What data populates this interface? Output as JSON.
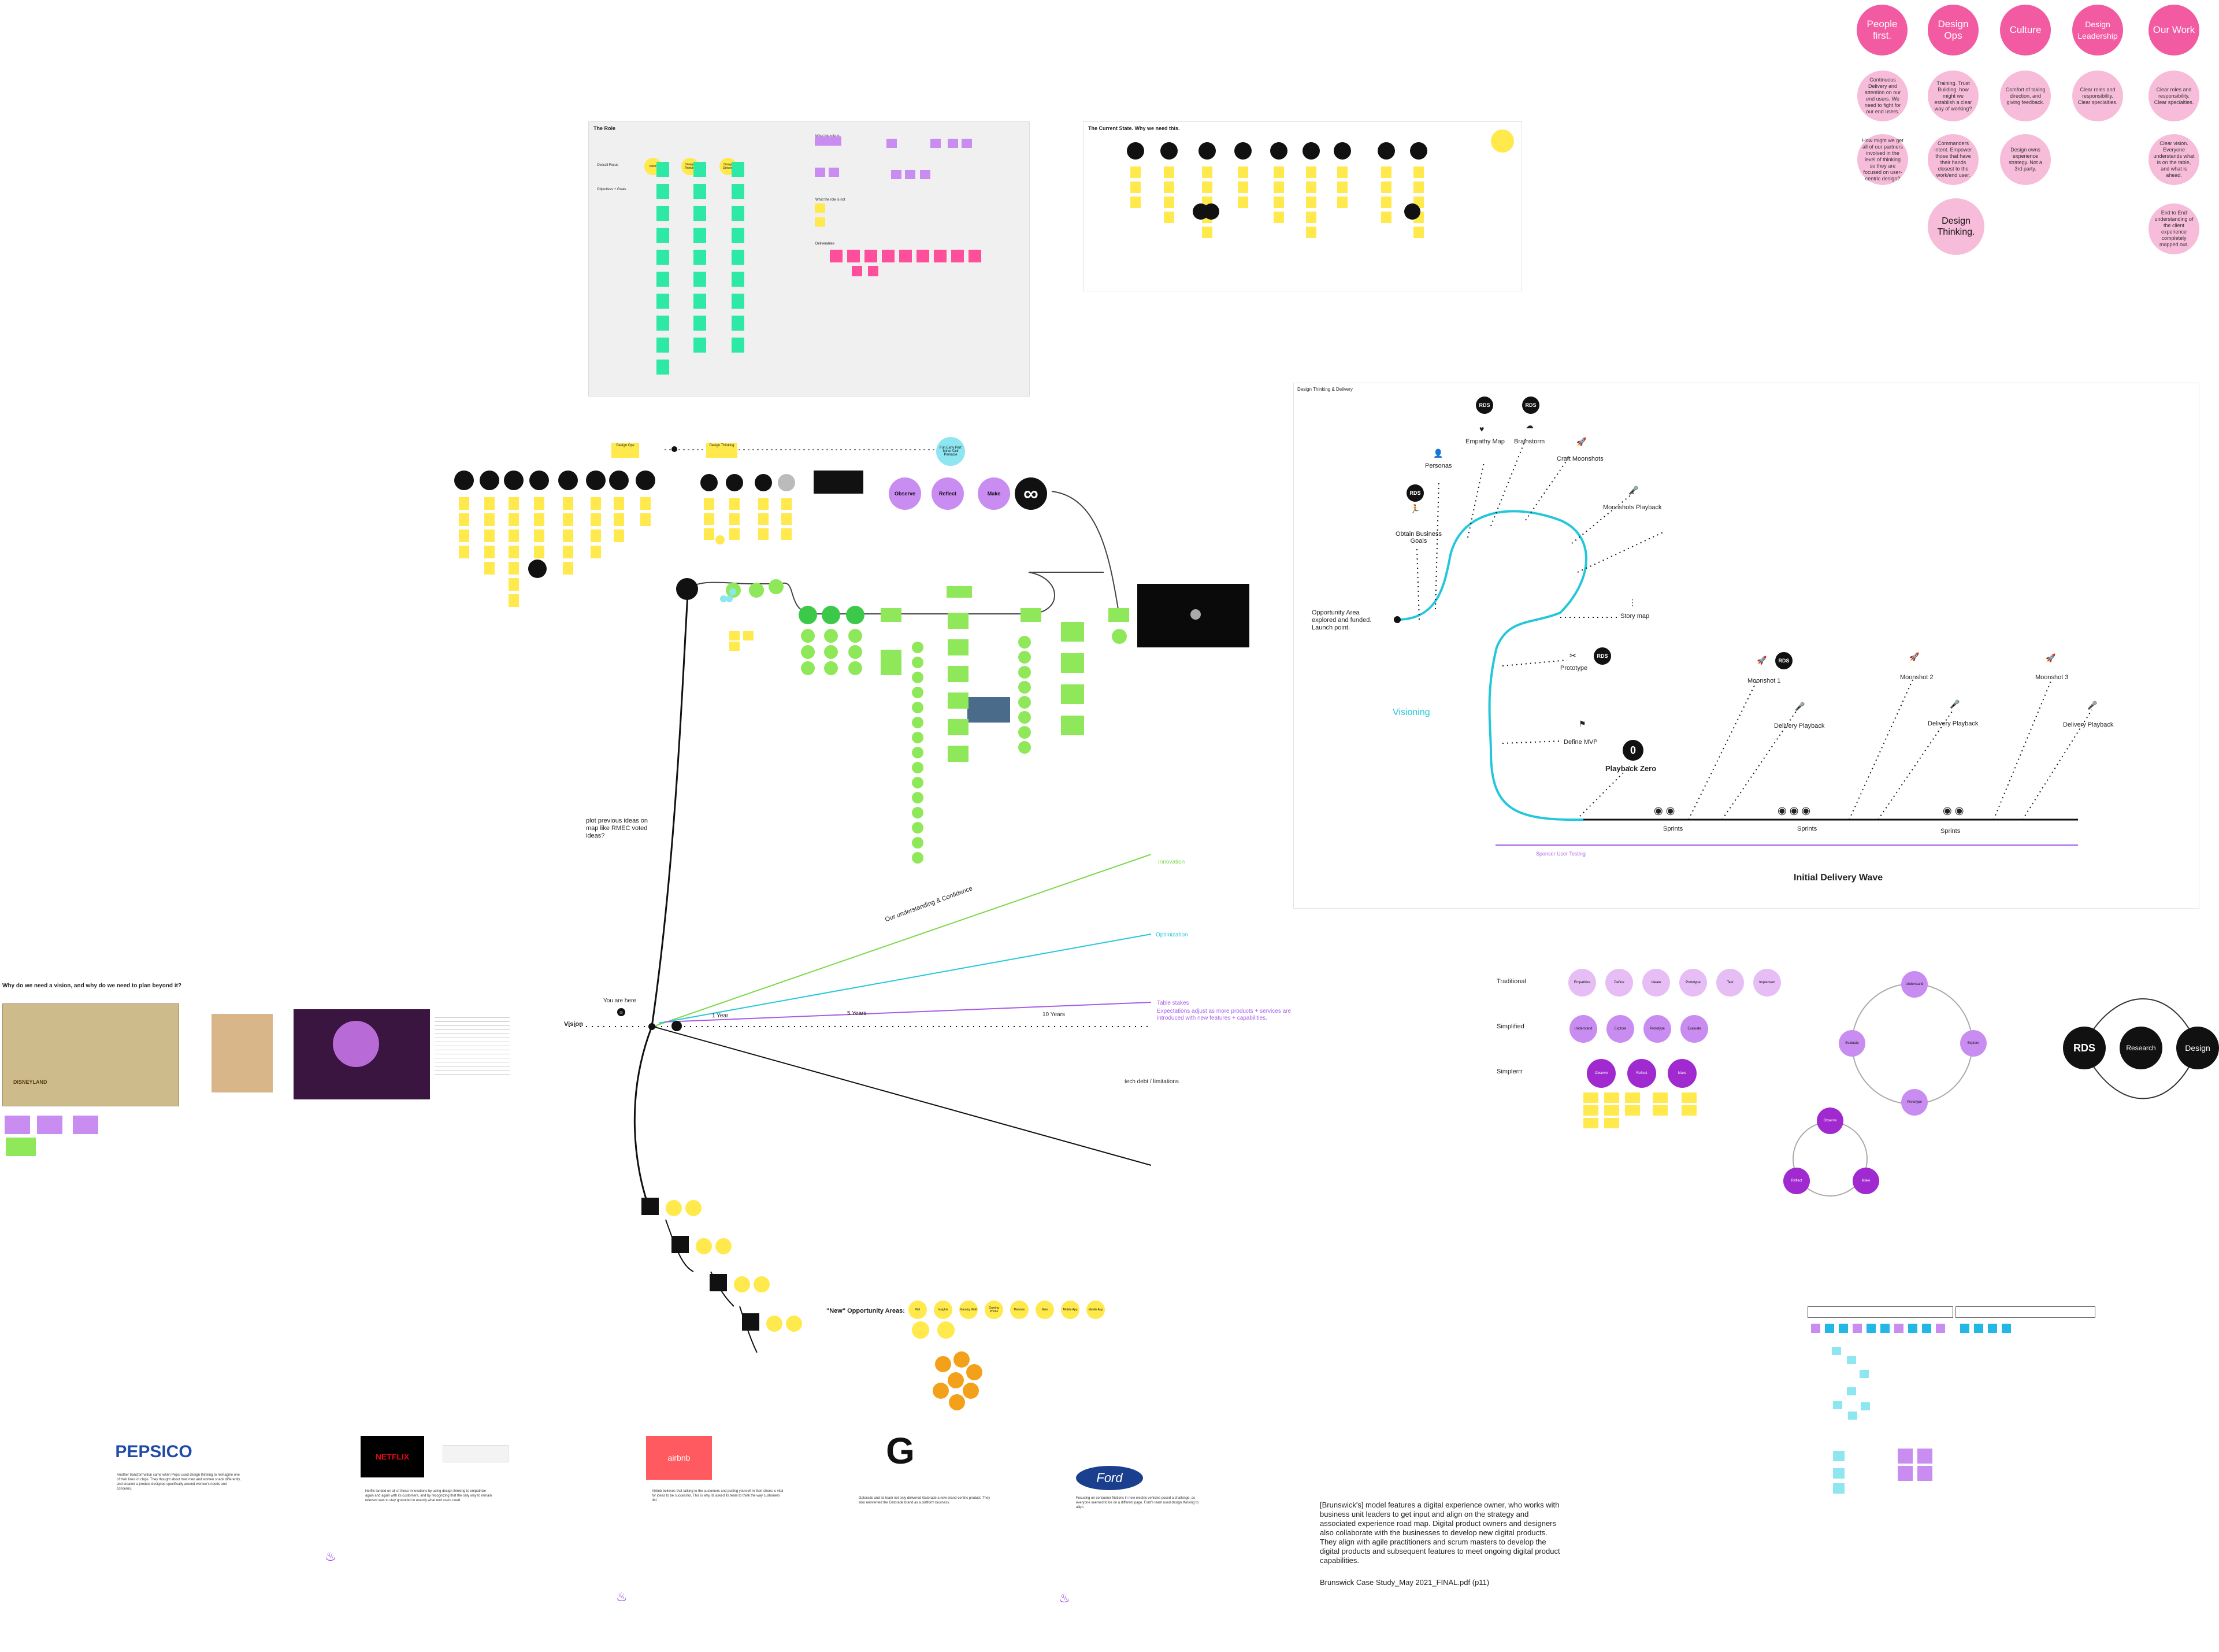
{
  "pillars": [
    {
      "title": "People first.",
      "notes": [
        "Continuous Delivery and attention on our end users. We need to fight for our end users.",
        "How might we get all of our partners involved in the level of thinking so they are focused on user-centric design?"
      ]
    },
    {
      "title": "Design Ops",
      "notes": [
        "Training. Trust Building. how might we establish a clear way of working?",
        "Commanders intent. Empower those that have their hands closest to the work/end user."
      ]
    },
    {
      "title": "Culture",
      "notes": [
        "Comfort of taking direction, and giving feedback.",
        "Design owns experience strategy. Not a 3rd party."
      ]
    },
    {
      "title": "Design Leadership",
      "notes": [
        "Clear roles and responsibility. Clear specialties."
      ]
    },
    {
      "title": "Our Work",
      "notes": [
        "Clear roles and responsibility. Clear specialties.",
        "Clear vision. Everyone understands what is on the table, and what is ahead.",
        "End to End understanding of the client experience completely mapped out."
      ]
    }
  ],
  "design_thinking_circle": "Design Thinking.",
  "role_board": {
    "title": "The Role",
    "row_labels": [
      "Overall Focus",
      "Objectives + Goals"
    ],
    "column_heads": [
      "Vision",
      "Design Thinking",
      "Design Delivery"
    ],
    "section_labels": [
      "What the role is",
      "What the role is not",
      "Deliverables"
    ]
  },
  "current_state_board": {
    "title": "The Current State. Why we need this."
  },
  "top_stickies": {
    "design_ops": "Design Ops",
    "design_thinking": "Design Thinking",
    "full_early": "Full Early Part Minor Cell Pinnacle"
  },
  "orr": [
    "Observe",
    "Reflect",
    "Make"
  ],
  "dtd": {
    "title": "Design Thinking & Delivery",
    "rds_badge": "RDS",
    "start_label": "Opportunity Area explored and funded. Launch point.",
    "visioning": "Visioning",
    "steps": [
      "Obtain Business Goals",
      "Personas",
      "Empathy Map",
      "Brainstorm",
      "Craft Moonshots",
      "Moonshots Playback",
      "Story map",
      "Prototype",
      "Define MVP",
      "Playback Zero"
    ],
    "playback_zero_number": "0",
    "moonshots": [
      "Moonshot 1",
      "Moonshot 2",
      "Moonshot 3"
    ],
    "delivery_playback": "Delivery Playback",
    "sprints": "Sprints",
    "sponsor": "Sponsor User Testing",
    "wave": "Initial Delivery Wave"
  },
  "vision_area": {
    "question": "Why do we need a vision, and why do we need to plan beyond it?",
    "vision": "Vision",
    "you_are_here": "You are here",
    "year1": "1 Year",
    "year5": "5 Years",
    "year10": "10 Years",
    "innovation": "Innovation",
    "optimization": "Optimization",
    "table_stakes": "Table stakes",
    "expectations": "Expectations adjust as more products + services are introduced with new features + capabilities.",
    "confidence": "Our understanding & Confidence",
    "tech_debt": "tech debt / limitations",
    "plot_note": "plot previous ideas on map like RMEC voted ideas?",
    "map_sign": "DISNEYLAND"
  },
  "modes": {
    "traditional": {
      "label": "Traditional",
      "items": [
        "Empathize",
        "Define",
        "Ideate",
        "Prototype",
        "Test",
        "Implement"
      ]
    },
    "simplified": {
      "label": "Simplified",
      "items": [
        "Understand",
        "Explore",
        "Prototype",
        "Evaluate"
      ]
    },
    "simplerer": {
      "label": "Simplerrr",
      "items": [
        "Observe",
        "Reflect",
        "Make"
      ]
    }
  },
  "loop_nodes": [
    "Understand",
    "Explore",
    "Prototype",
    "Evaluate"
  ],
  "orr_loop": [
    "Observe",
    "Reflect",
    "Make"
  ],
  "rds": {
    "rds": "RDS",
    "research": "Research",
    "design": "Design"
  },
  "opportunity": {
    "title": "\"New\" Opportunity Areas:",
    "items": [
      "Wifi",
      "Insights",
      "Gaming Wall",
      "Gaming Phone",
      "Maintain",
      "Gate",
      "Mobile App",
      "Mobile App"
    ]
  },
  "case_studies": [
    {
      "logo": "PEPSICO",
      "text": "Another transformation came when Pepsi used design thinking to reimagine one of their lines of chips. They thought about how men and women snack differently, and created a product designed specifically around women's needs and concerns."
    },
    {
      "logo": "NETFLIX",
      "text": "Netflix landed on all of these innovations by using design thinking to empathize again and again with its customers, and by recognizing that the only way to remain relevant was to stay grounded in exactly what end users need."
    },
    {
      "logo": "airbnb",
      "text": "Airbnb believes that talking to the customers and putting yourself in their shoes is vital for ideas to be successful. This is why its asked its team to think the way customers did."
    },
    {
      "logo": "G",
      "text": "Gatorade and its team not only delivered Gatorade a new brand-centric product. They also reinvented the Gatorade brand as a platform business."
    },
    {
      "logo": "Ford",
      "text": "Focusing on consumer frictions in new electric vehicles posed a challenge, as everyone seemed to be on a different page. Ford's team used design thinking to align."
    }
  ],
  "brunswick": {
    "quote": "[Brunswick's] model features a digital experience owner, who works with business unit leaders to get input and align on the strategy and associated experience road map. Digital product owners and designers also collaborate with the businesses to develop new digital products. They align with agile practitioners and scrum masters to develop the digital products and subsequent features to meet ongoing digital product capabilities.",
    "source": "Brunswick Case Study_May 2021_FINAL.pdf (p11)"
  },
  "colors": {
    "pink": "#f25aa2",
    "pink_light": "#f7bcd9",
    "teal": "#23c7db",
    "green": "#7ad94a",
    "purple": "#a85ce6",
    "yellow": "#ffe94d"
  }
}
